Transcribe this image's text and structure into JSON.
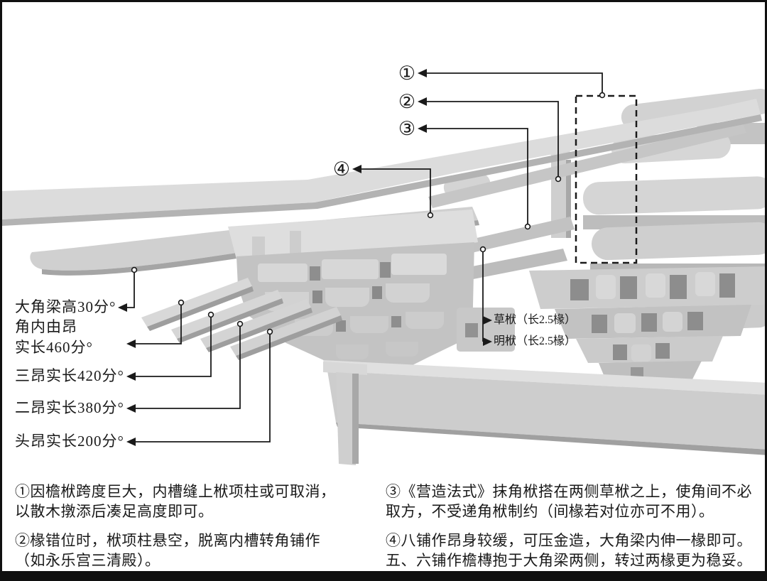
{
  "figure_labels": {
    "beam_height": "大角梁高30分°",
    "corner_ang_line1": "角内由昂",
    "corner_ang_line2": "实长460分°",
    "third_ang": "三昂实长420分°",
    "second_ang": "二昂实长380分°",
    "first_ang": "头昂实长200分°",
    "cao_fu": "草栿（长2.5椽）",
    "ming_fu": "明栿（长2.5椽）"
  },
  "callouts": {
    "c1": "①",
    "c2": "②",
    "c3": "③",
    "c4": "④"
  },
  "notes": {
    "n1": [
      "①因檐栿跨度巨大，内槽缝上栿项柱或可取消，",
      "以散木撴添后凑足高度即可。"
    ],
    "n2": [
      "②椽错位时，栿项柱悬空，脱离内槽转角铺作",
      "（如永乐宫三清殿）。"
    ],
    "n3": [
      "③《营造法式》抹角栿搭在两侧草栿之上，使角间不必",
      "取方，不受递角栿制约（间椽若对位亦可不用）。"
    ],
    "n4": [
      "④八铺作昂身较缓，可压金造，大角梁内伸一椽即可。",
      "五、六铺作檐槫抱于大角梁两侧，转过两椽更为稳妥。"
    ]
  },
  "colors": {
    "background": "#ffffff",
    "frame": "#101010",
    "line": "#1a1a1a",
    "wood_light": "#dedede",
    "wood_mid": "#c9c9c9",
    "wood_dark": "#a8a8a8",
    "recess": "#8d8d8d"
  }
}
